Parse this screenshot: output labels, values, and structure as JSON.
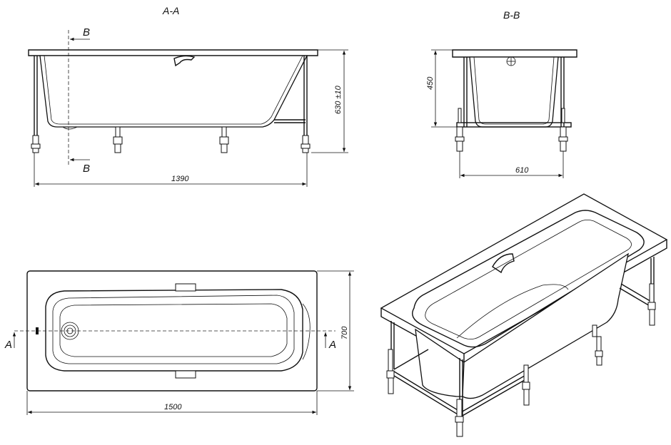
{
  "section_aa": {
    "title": "A-A",
    "dim_width": "1390",
    "dim_height": "630 ±10",
    "cut_label_top": "B",
    "cut_label_bottom": "B"
  },
  "section_bb": {
    "title": "B-B",
    "dim_height": "450",
    "dim_width": "610"
  },
  "plan": {
    "dim_length": "1500",
    "dim_width": "700",
    "cut_label_left": "A",
    "cut_label_right": "A"
  },
  "iso": {}
}
